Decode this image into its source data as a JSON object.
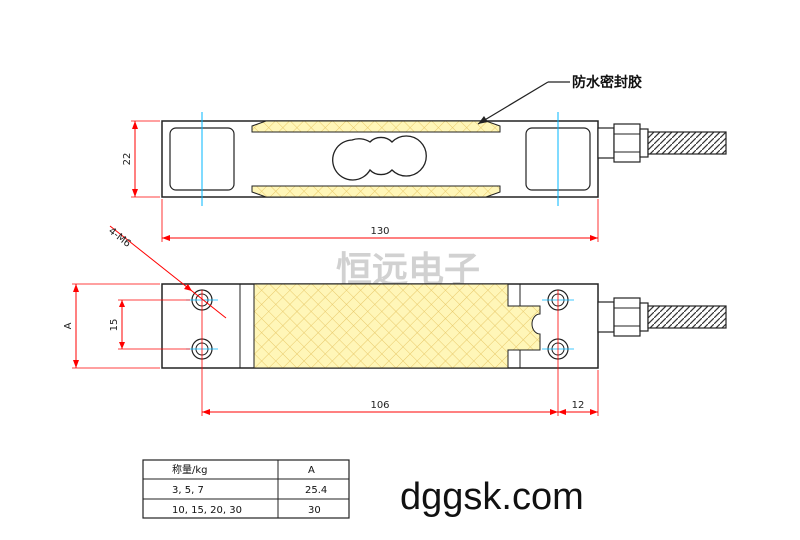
{
  "callout_label": "防水密封胶",
  "watermark": "恒远电子",
  "website": "dggsk.com",
  "colors": {
    "outline": "#222222",
    "dim_line": "#ff0000",
    "center_line": "#00b7ff",
    "glue_fill": "#fff6b8",
    "glue_hatch": "#e8c96a"
  },
  "top_view": {
    "height_dim": "22",
    "length_dim": "130"
  },
  "bottom_view": {
    "hole_label": "4-M6",
    "dim_A": "A",
    "dim_15": "15",
    "dim_106": "106",
    "dim_12": "12"
  },
  "table": {
    "headers": [
      "称量/kg",
      "A"
    ],
    "rows": [
      [
        "3, 5, 7",
        "25.4"
      ],
      [
        "10, 15, 20, 30",
        "30"
      ]
    ]
  }
}
